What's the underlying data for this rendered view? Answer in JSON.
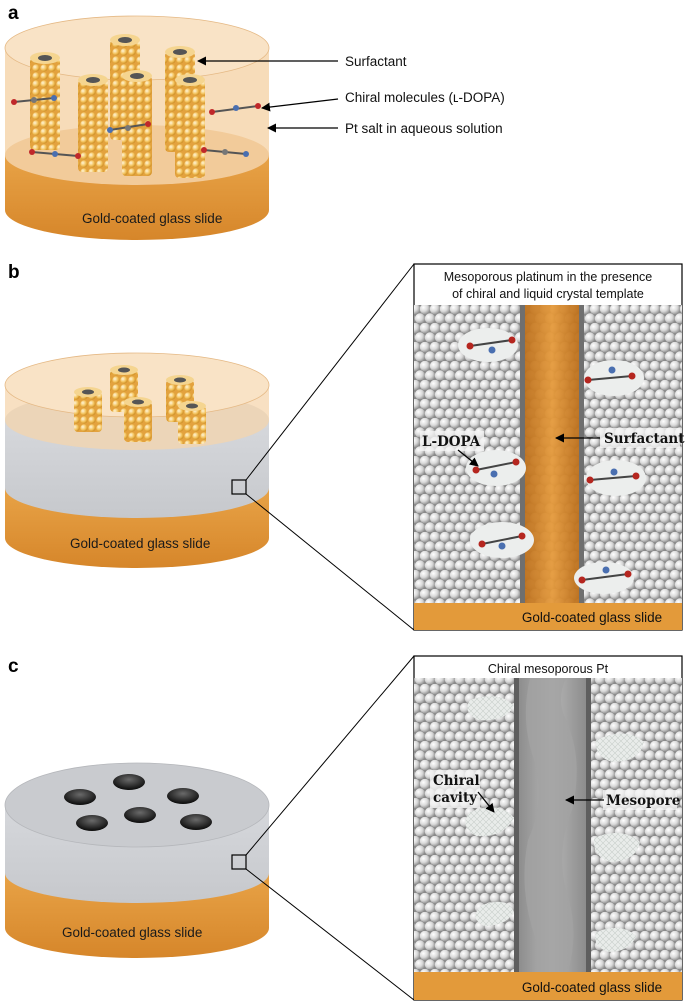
{
  "panels": {
    "a": {
      "letter": "a",
      "labels": {
        "surfactant": "Surfactant",
        "chiral": "Chiral molecules (ʟ-DOPA)",
        "pt_salt": "Pt salt in aqueous solution",
        "base": "Gold-coated glass slide"
      }
    },
    "b": {
      "letter": "b",
      "base": "Gold-coated glass slide",
      "inset": {
        "title_line1": "Mesoporous platinum in the presence",
        "title_line2": "of chiral and liquid crystal template",
        "ldopa": "L-DOPA",
        "surfactant": "Surfactant",
        "base": "Gold-coated glass slide"
      }
    },
    "c": {
      "letter": "c",
      "base": "Gold-coated glass slide",
      "inset": {
        "title": "Chiral mesoporous Pt",
        "chiral_line1": "Chiral",
        "chiral_line2": "cavity",
        "mesopore": "Mesopore",
        "base": "Gold-coated glass slide"
      }
    }
  },
  "colors": {
    "gold_base": "#e39a3a",
    "gold_side": "#d98a2a",
    "solution": "#f6d8b0",
    "platinum": "#cfcfcf",
    "surfactant_core": "#d9872b",
    "sphere": "#e8e8e8",
    "arrow": "#000000"
  }
}
